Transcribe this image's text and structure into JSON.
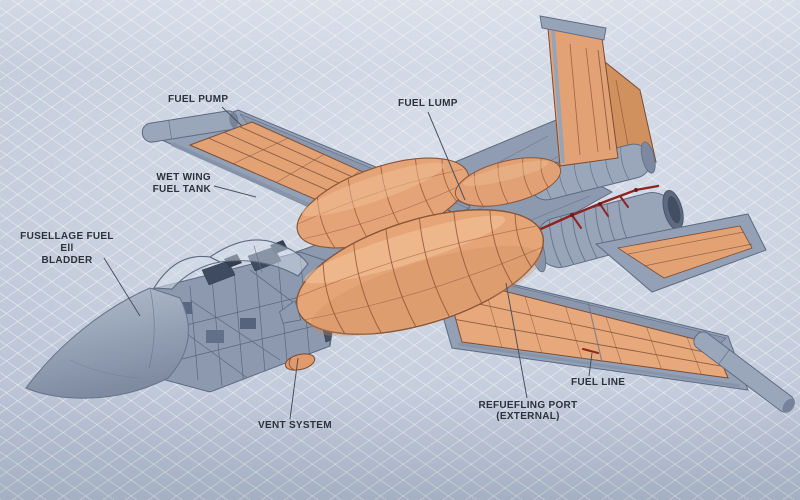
{
  "diagram": {
    "labels": {
      "fuel_pump": "FUEL PUMP",
      "fuel_lump": "FUEL LUMP",
      "wet_wing_line1": "WET WING",
      "wet_wing_line2": "FUEL TANK",
      "fuselage_line1": "FUSELLAGE FUEL Ell",
      "fuselage_line2": "BLADDER",
      "vent_system": "VENT SYSTEM",
      "refueling_line1": "REFUEFLING PORT",
      "refueling_line2": "(EXTERNAL)",
      "fuel_line": "FUEL LINE"
    },
    "colors": {
      "background": "#c9d1df",
      "airframe_gray": "#97a4b8",
      "structure_dark": "#5d6a82",
      "fuel_tank_orange": "#e5a477",
      "fuel_tank_outline": "#8a5638",
      "fuel_line_red": "#8e2420",
      "label_text": "#2d333c",
      "leader_line": "#4a5160"
    }
  }
}
